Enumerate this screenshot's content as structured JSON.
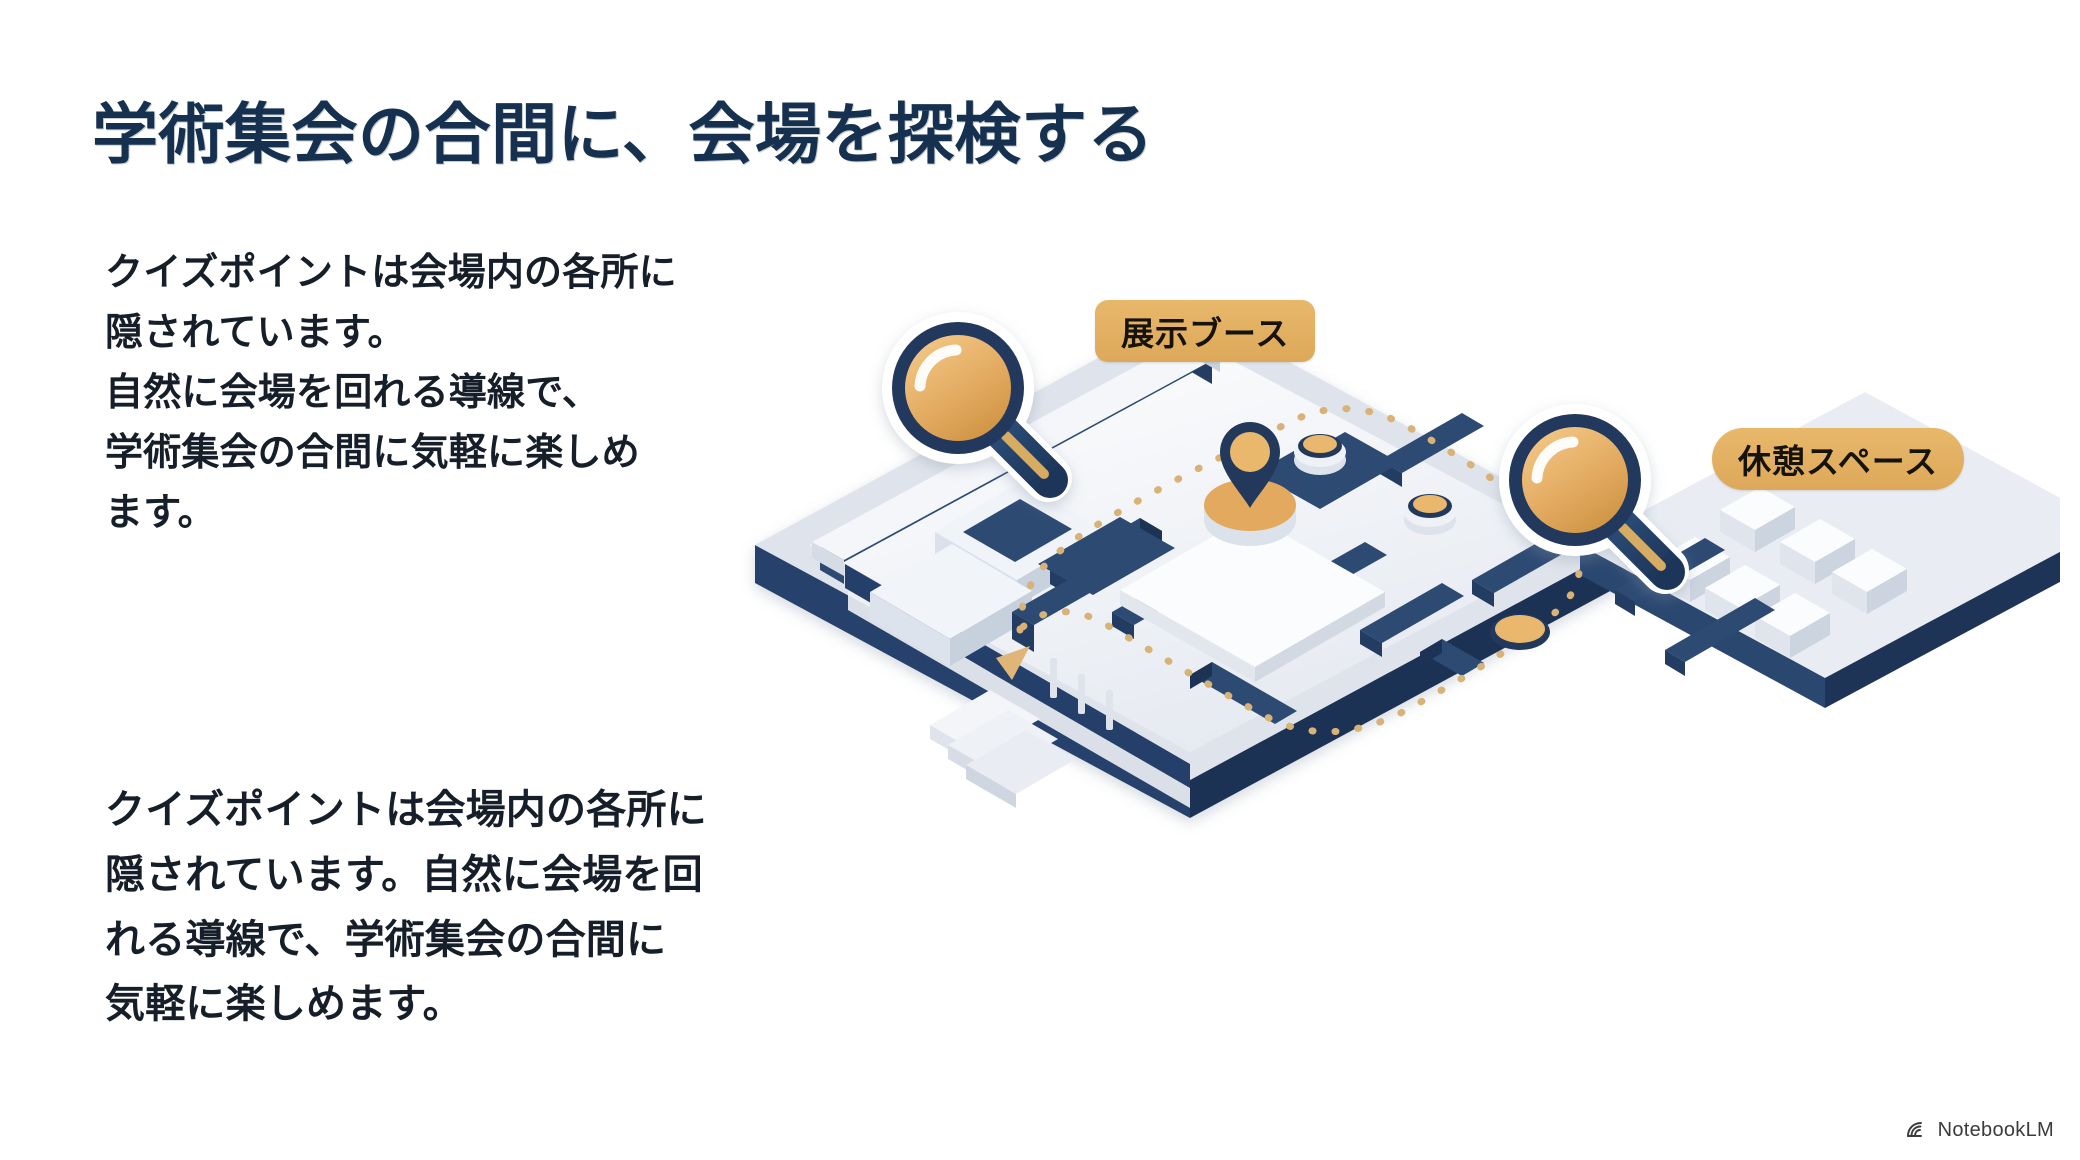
{
  "slide": {
    "title": "学術集会の合間に、会場を探検する",
    "background_color": "#ffffff"
  },
  "body": {
    "paragraph_1_lines": [
      "クイズポイントは会場内の各所に",
      "隠されています。",
      "自然に会場を回れる導線で、",
      "学術集会の合間に気軽に楽しめ",
      "ます。"
    ],
    "paragraph_1_text": "クイズポイントは会場内の各所に隠されています。自然に会場を回れる導線で、学術集会の合間に気軽に楽しめます。",
    "paragraph_2_lines": [
      "クイズポイントは会場内の各所に",
      "隠されています。自然に会場を回",
      "れる導線で、学術集会の合間に",
      "気軽に楽しめます。"
    ],
    "paragraph_2_text": "クイズポイントは会場内の各所に隠されています。自然に会場を回れる導線で、学術集会の合間に気軽に楽しめます。"
  },
  "illustration": {
    "type": "isometric-venue-floorplan",
    "labels": [
      {
        "id": "exhibition",
        "text": "展示ブース",
        "icon": "magnifier-icon"
      },
      {
        "id": "lounge",
        "text": "休憩スペース",
        "icon": "magnifier-icon"
      }
    ],
    "markers": {
      "map_pin": "map-pin-icon",
      "quiz_point_discs": 4,
      "route": "dotted-tour-route-with-arrow"
    }
  },
  "colors": {
    "title_navy": "#16304f",
    "body_text": "#161e29",
    "accent_amber": "#e3ad63",
    "deep_navy": "#2d4a73",
    "dark_navy": "#1e3a5f",
    "floor_light": "#f2f4f8",
    "wall_white": "#e8ecf2"
  },
  "watermark": {
    "text": "NotebookLM",
    "icon": "notebooklm-logo-icon"
  }
}
